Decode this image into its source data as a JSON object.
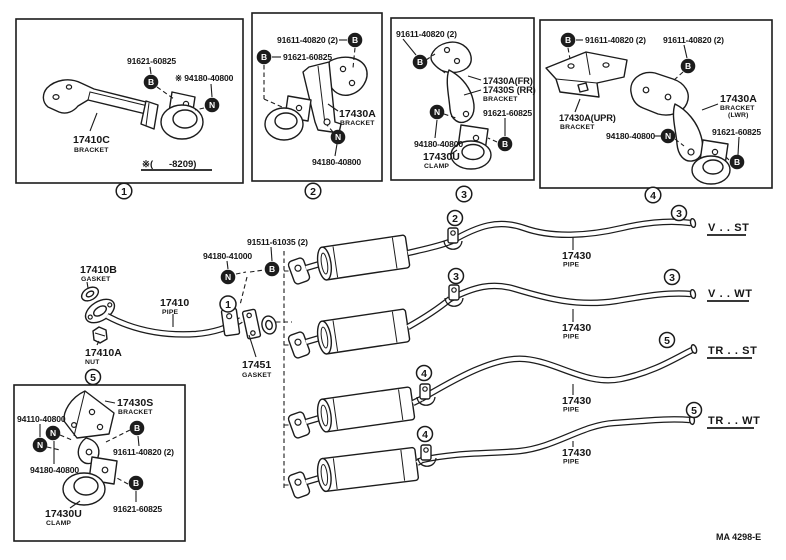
{
  "page": {
    "bg": "#ffffff",
    "ink": "#1c1c1c"
  },
  "footer": {
    "code": "MA 4298-E"
  },
  "sym": {
    "bolt": "B",
    "nut": "N"
  },
  "box1": {
    "callout": "1",
    "bolt": "91621-60825",
    "clamp_part": "※ 94180-40800",
    "bracket_num": "17410C",
    "bracket_name": "BRACKET",
    "note": "※(      -8209)"
  },
  "box2": {
    "callout": "2",
    "bolt_upper": "91611-40820 (2)",
    "bolt_lower": "91621-60825",
    "bracket_num": "17430A",
    "bracket_name": "BRACKET",
    "nut_part": "94180-40800"
  },
  "box3": {
    "callout": "3",
    "bolt_upper": "91611-40820 (2)",
    "front_num": "17430A(FR)",
    "rear_num": "17430S (RR)",
    "bracket_name": "BRACKET",
    "bolt_lower": "91621-60825",
    "nut_part": "94180-40800",
    "clamp_num": "17430U",
    "clamp_name": "CLAMP"
  },
  "box4": {
    "callout": "4",
    "bolt_left": "91611-40820 (2)",
    "bolt_right": "91611-40820 (2)",
    "upper_num": "17430A(UPR)",
    "upper_name": "BRACKET",
    "lower_num": "17430A",
    "lower_name": "BRACKET",
    "lower_sub": "(LWR)",
    "nut_part": "94180-40800",
    "bolt_clamp": "91621-60825"
  },
  "box5": {
    "callout": "5",
    "bracket_num": "17430S",
    "bracket_name": "BRACKET",
    "nut_a": "94110-40800",
    "bolt_upper": "91611-40820 (2)",
    "nut_b": "94180-40800",
    "clamp_num": "17430U",
    "clamp_name": "CLAMP",
    "bolt_lower": "91621-60825"
  },
  "front_pipe": {
    "callout": "1",
    "gasket_num": "17410B",
    "gasket_name": "GASKET",
    "nut_part": "94180-41000",
    "bolt_part": "91511-61035 (2)",
    "pipe_num": "17410",
    "pipe_name": "PIPE",
    "nut_num": "17410A",
    "nut_name": "NUT",
    "gasket2_num": "17451",
    "gasket2_name": "GASKET"
  },
  "rows": [
    {
      "pipe_num": "17430",
      "pipe_name": "PIPE",
      "mid_callout": "2",
      "tail_callout": "3",
      "variant": "V . . ST"
    },
    {
      "pipe_num": "17430",
      "pipe_name": "PIPE",
      "mid_callout": "3",
      "tail_callout": "3",
      "variant": "V . . WT"
    },
    {
      "pipe_num": "17430",
      "pipe_name": "PIPE",
      "mid_callout": "4",
      "tail_callout": "5",
      "variant": "TR . . ST"
    },
    {
      "pipe_num": "17430",
      "pipe_name": "PIPE",
      "mid_callout": "4",
      "tail_callout": "5",
      "variant": "TR . . WT"
    }
  ]
}
